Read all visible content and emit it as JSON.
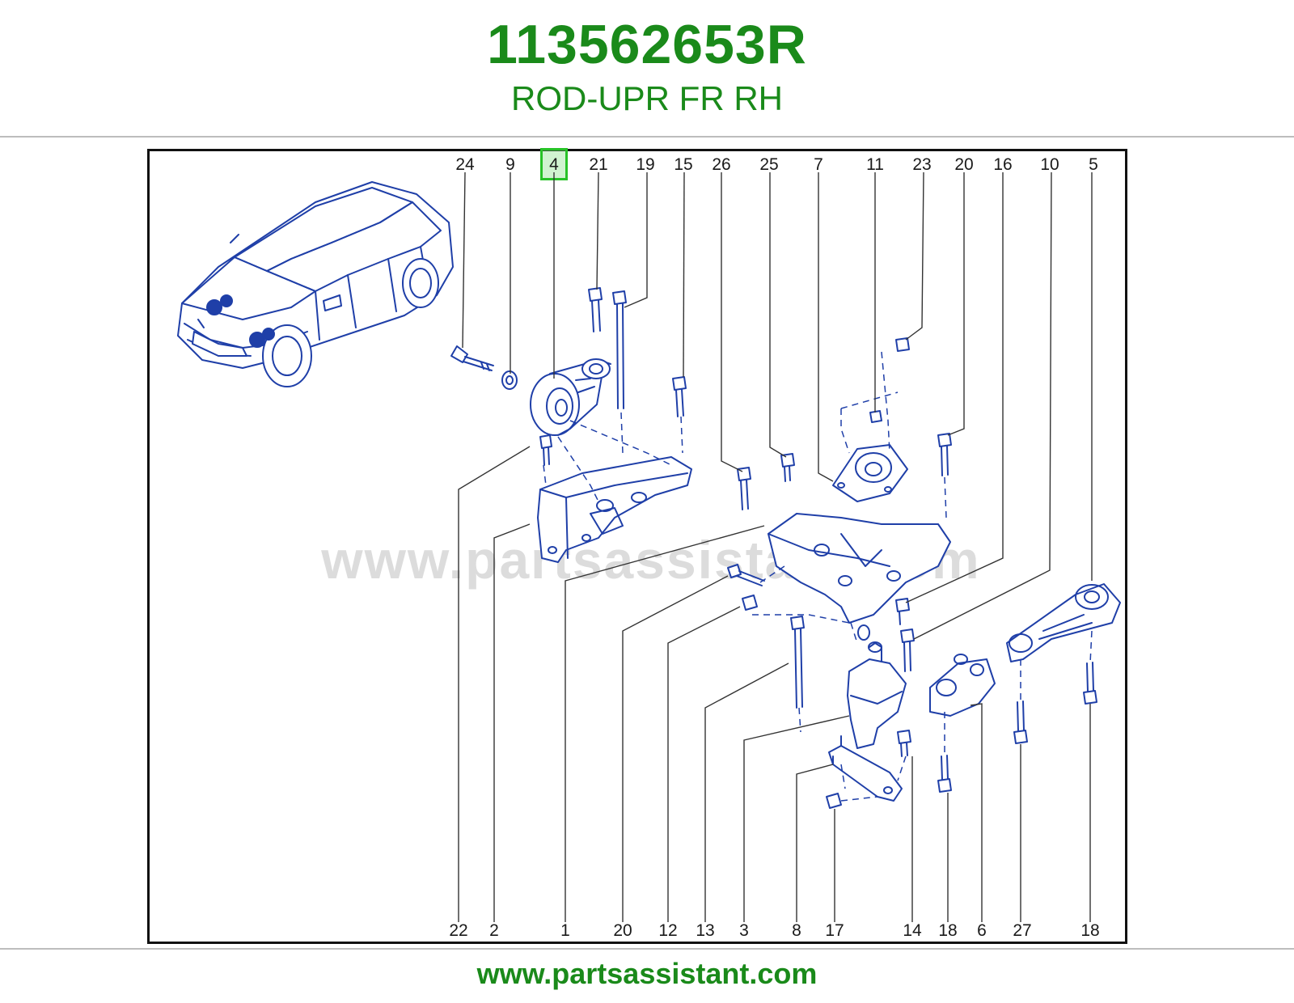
{
  "header": {
    "part_number": "113562653R",
    "description": "ROD-UPR FR RH"
  },
  "watermark": "www.partsassistant.com",
  "footer": {
    "url": "www.partsassistant.com"
  },
  "highlight": {
    "callout": "4",
    "color": "#27c227"
  },
  "colors": {
    "brand_green": "#1a8a1a",
    "drawing_blue": "#1f3fa8"
  },
  "callouts_top": [
    "24",
    "9",
    "4",
    "21",
    "19",
    "15",
    "26",
    "25",
    "7",
    "11",
    "23",
    "20",
    "16",
    "10",
    "5"
  ],
  "callouts_bottom": [
    "22",
    "2",
    "1",
    "20",
    "12",
    "13",
    "3",
    "8",
    "17",
    "14",
    "18",
    "6",
    "27",
    "18"
  ]
}
